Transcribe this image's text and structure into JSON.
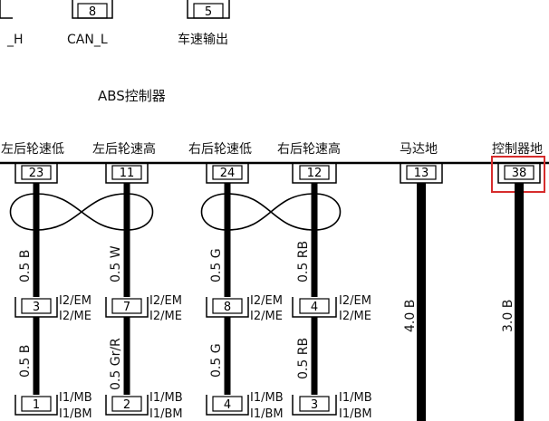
{
  "top_pins": [
    {
      "label": "_H",
      "pin": "",
      "id": "h"
    },
    {
      "label": "CAN_L",
      "pin": "8",
      "id": "can-l"
    },
    {
      "label": "车速输出",
      "pin": "5",
      "id": "speed-out"
    }
  ],
  "controller": {
    "title": "ABS控制器",
    "signals": [
      "左后轮速低",
      "左后轮速高",
      "右后轮速低",
      "右后轮速高",
      "马达地",
      "控制器地"
    ],
    "pins": [
      "23",
      "11",
      "24",
      "12",
      "13",
      "38"
    ]
  },
  "wires": {
    "upper": [
      "0.5 B",
      "0.5 W",
      "0.5 G",
      "0.5 RB",
      "4.0 B",
      "3.0 B"
    ],
    "lower": [
      "0.5 B",
      "0.5 Gr/R",
      "0.5 G",
      "0.5 RB"
    ]
  },
  "connectors_mid": [
    {
      "pin": "3",
      "codes": [
        "I2/EM",
        "I2/ME"
      ]
    },
    {
      "pin": "7",
      "codes": [
        "I2/EM",
        "I2/ME"
      ]
    },
    {
      "pin": "8",
      "codes": [
        "I2/EM",
        "I2/ME"
      ]
    },
    {
      "pin": "4",
      "codes": [
        "I2/EM",
        "I2/ME"
      ]
    }
  ],
  "connectors_bottom": [
    {
      "pin": "1",
      "codes": [
        "I1/MB",
        "I1/BM"
      ]
    },
    {
      "pin": "2",
      "codes": [
        "I1/MB",
        "I1/BM"
      ]
    },
    {
      "pin": "4",
      "codes": [
        "I1/MB",
        "I1/BM"
      ]
    },
    {
      "pin": "3",
      "codes": [
        "I1/MB",
        "I1/BM"
      ]
    }
  ],
  "highlight_color": "#d62c2c"
}
